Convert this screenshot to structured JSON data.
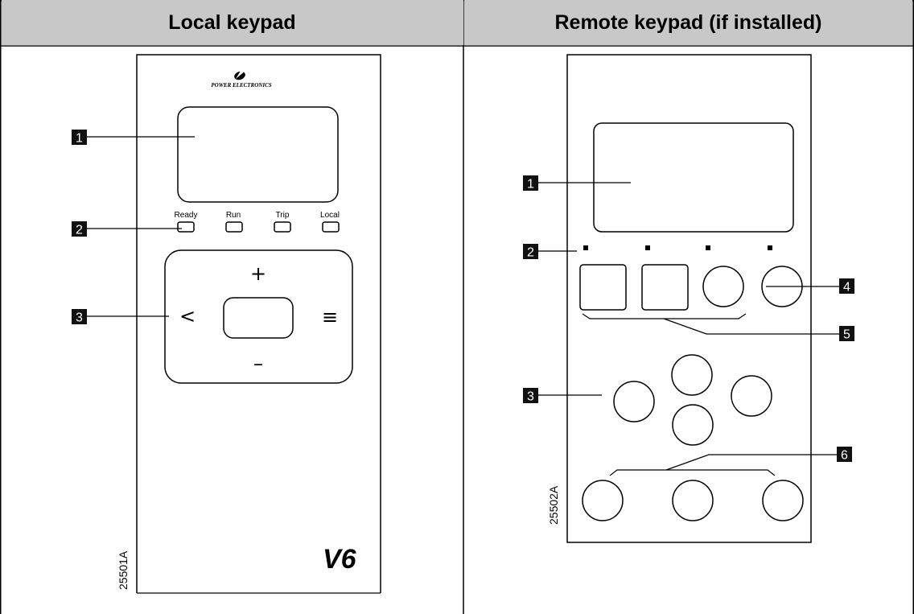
{
  "headers": {
    "local": "Local keypad",
    "remote": "Remote keypad (if installed)"
  },
  "local": {
    "brand": "POWER ELECTRONICS",
    "leds": [
      "Ready",
      "Run",
      "Trip",
      "Local"
    ],
    "keys": {
      "plus": "+",
      "minus": "–",
      "back": "<",
      "menu": "≡"
    },
    "model": "V6",
    "figure_code": "25501A",
    "callouts": [
      "1",
      "2",
      "3"
    ]
  },
  "remote": {
    "figure_code": "25502A",
    "callouts": [
      "1",
      "2",
      "4",
      "5",
      "3",
      "6"
    ]
  },
  "colors": {
    "header_bg": "#c8c8c8",
    "callout_bg": "#111111",
    "line": "#000000"
  }
}
